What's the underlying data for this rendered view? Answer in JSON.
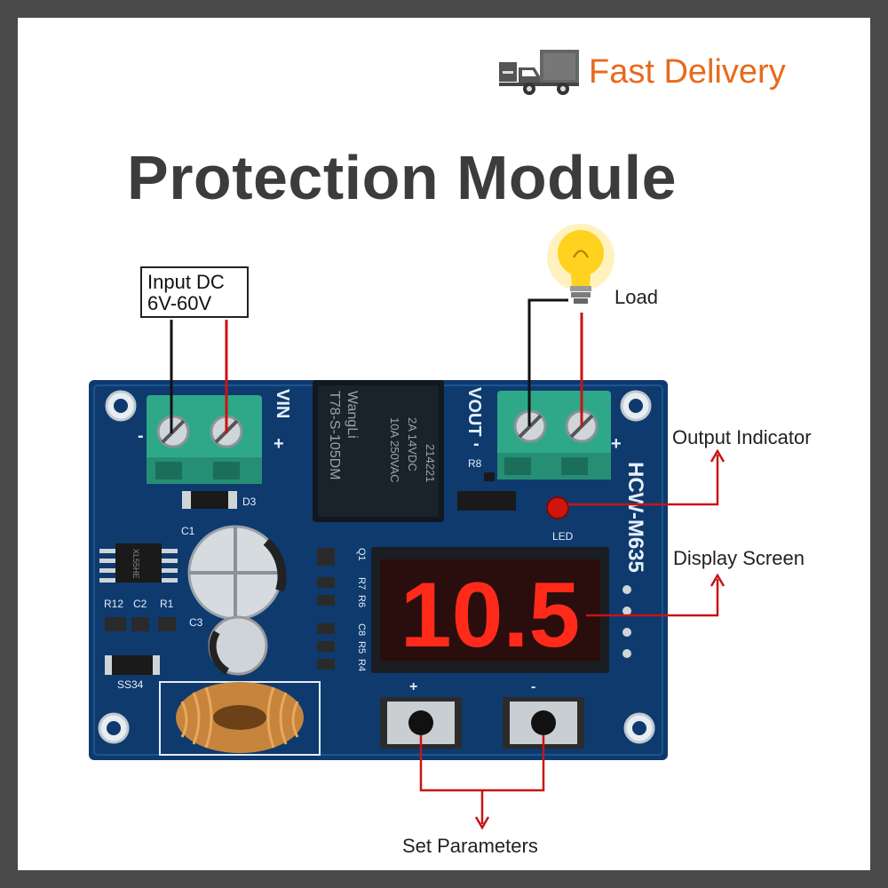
{
  "banner": {
    "delivery_text": "Fast Delivery"
  },
  "title": "Protection Module",
  "callouts": {
    "input_line1": "Input DC",
    "input_line2": "6V-60V",
    "load": "Load",
    "output_indicator": "Output Indicator",
    "display_screen": "Display Screen",
    "set_parameters": "Set Parameters"
  },
  "board": {
    "model": "HCW-M635",
    "display_reading": "10.5",
    "vin_label": "VIN",
    "vout_label": "VOUT",
    "led_label": "LED",
    "relay_brand": "WangLi",
    "relay_model": "T78-S-105DM",
    "relay_spec1": "10A 250VAC",
    "relay_spec2": "2A 14VDC",
    "relay_code": "214221",
    "ic_code": "XL55HE",
    "diode_label": "SS34",
    "labels": [
      "D3",
      "C1",
      "C3",
      "R12",
      "C2",
      "R1",
      "R8",
      "Q1",
      "R7",
      "R6",
      "C8",
      "R5",
      "R4",
      "+",
      "-"
    ]
  },
  "colors": {
    "board": "#0e3a6e",
    "terminal": "#2fa88a",
    "wire_red": "#c81414",
    "wire_black": "#111111",
    "display_digits": "#ff2a1a",
    "accent_orange": "#e86a1c"
  },
  "icons": [
    "truck-icon",
    "light-bulb-icon"
  ]
}
